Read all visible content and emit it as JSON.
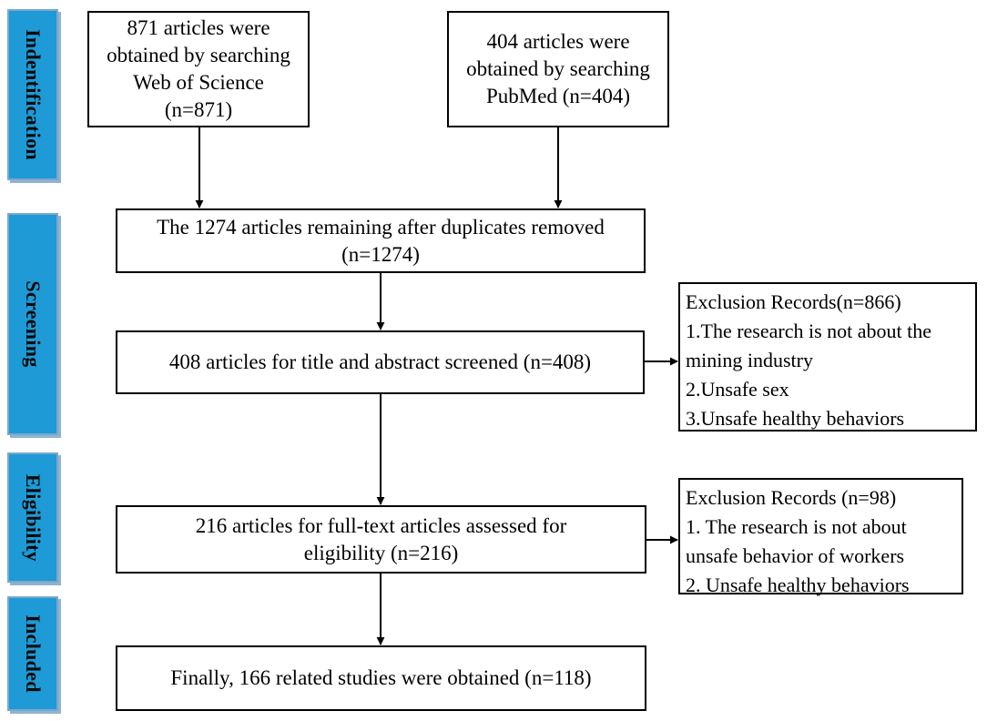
{
  "stages": {
    "identification": "Indentification",
    "screening": "Screening",
    "eligibility": "Eligibility",
    "included": "Included"
  },
  "boxes": {
    "wos": [
      "871 articles were",
      "obtained by searching",
      "Web of Science",
      "(n=871)"
    ],
    "pubmed": [
      "404 articles were",
      "obtained by searching",
      "PubMed (n=404)"
    ],
    "duplicates": [
      "The 1274 articles remaining after duplicates removed",
      "(n=1274)"
    ],
    "title_abstract": [
      "408 articles  for title and abstract screened (n=408)"
    ],
    "fulltext": [
      "216 articles for  full-text articles assessed for",
      "eligibility (n=216)"
    ],
    "included": [
      "Finally, 166 related studies were obtained (n=118)"
    ]
  },
  "exclusions": {
    "screening": [
      "Exclusion Records(n=866)",
      "1.The research is not about the",
      "mining industry",
      "2.Unsafe sex",
      "3.Unsafe healthy behaviors"
    ],
    "eligibility": [
      "Exclusion Records (n=98)",
      "1. The research is not about",
      "unsafe behavior of  workers",
      "2. Unsafe healthy behaviors"
    ]
  },
  "colors": {
    "stage_fill": "#1e9ad6",
    "stage_border": "#7aa8cc",
    "line": "#000000"
  }
}
